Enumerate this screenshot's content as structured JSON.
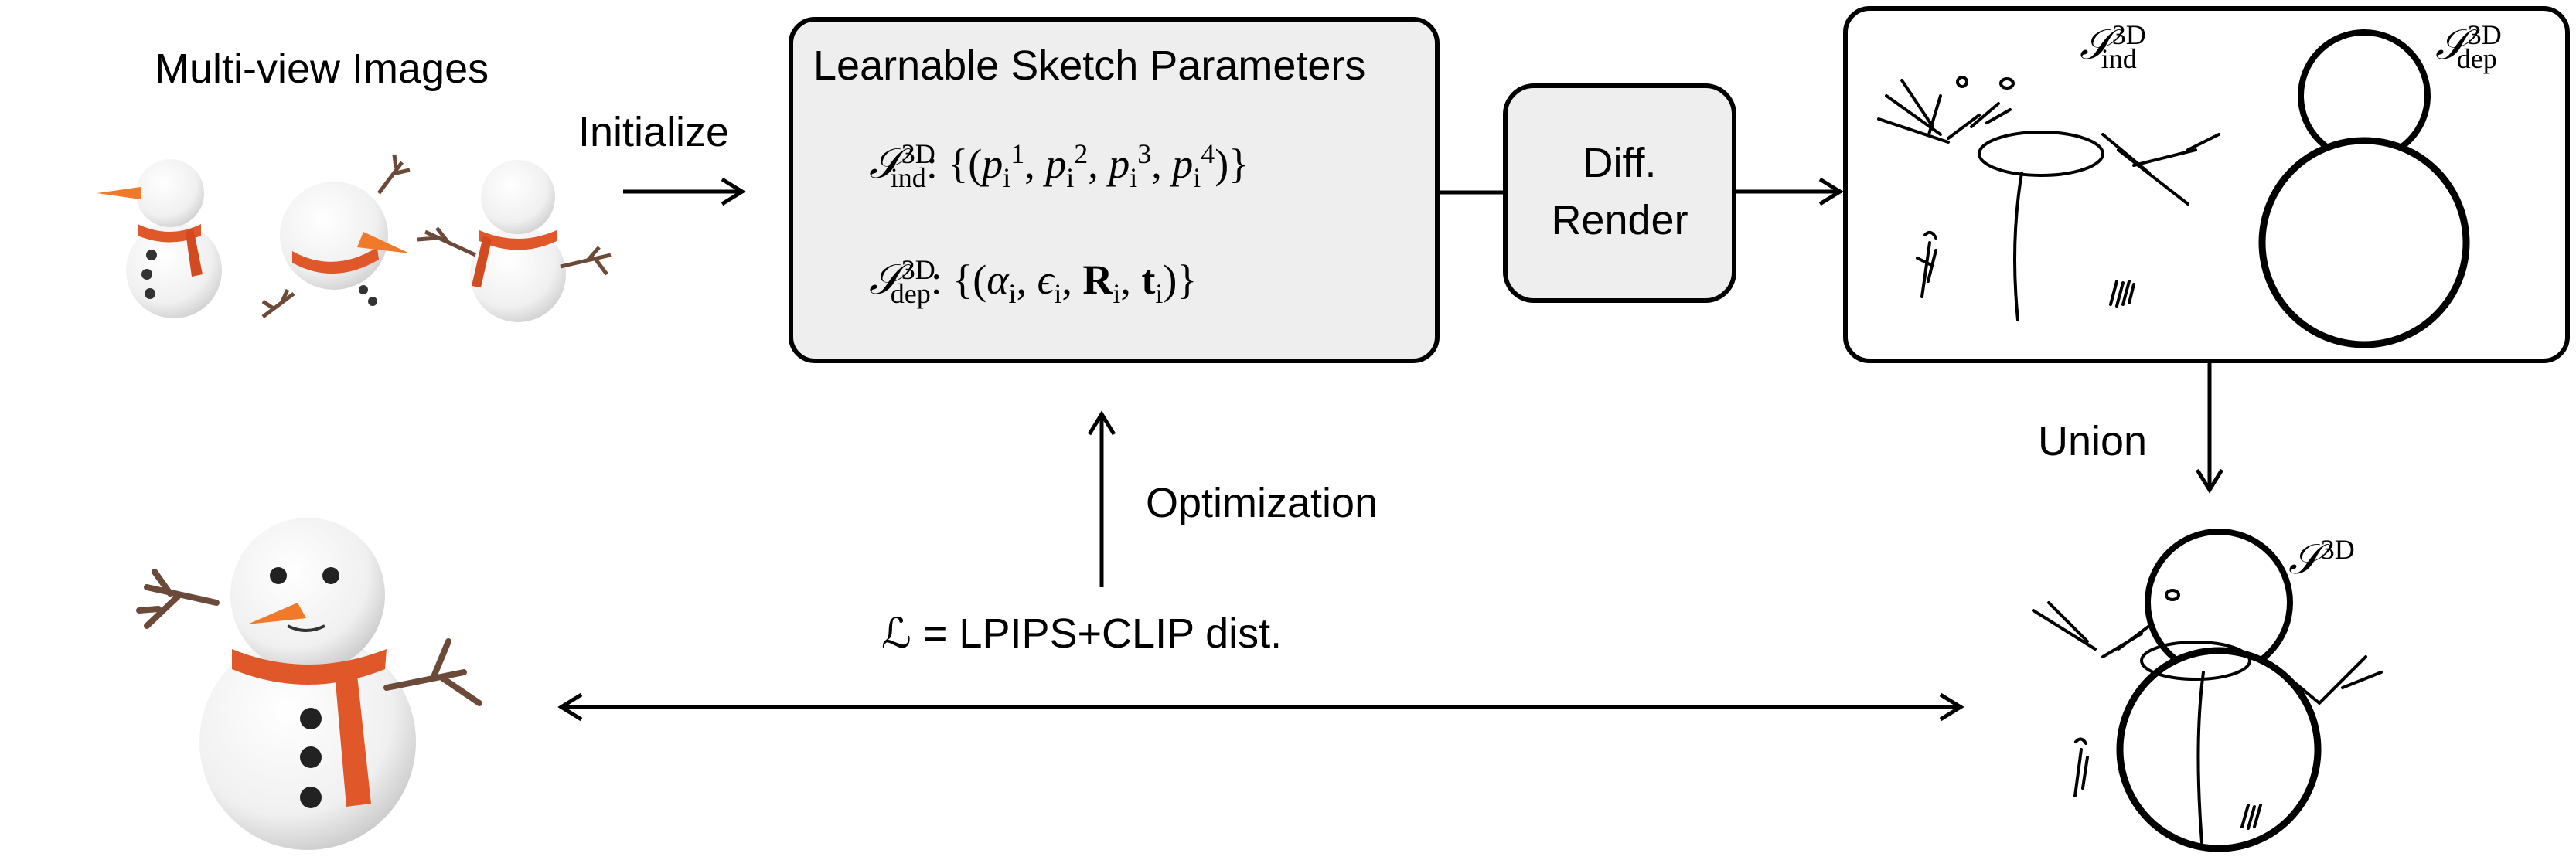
{
  "multiview": {
    "title": "Multi-view Images"
  },
  "initialize_label": "Initialize",
  "params": {
    "title": "Learnable Sketch Parameters",
    "ind_prefix": "S",
    "ind_sup": "3D",
    "ind_sub": "ind",
    "ind_body": ": {(p",
    "ind_eq_text": "{(p_i^1, p_i^2, p_i^3, p_i^4)}",
    "dep_sup": "3D",
    "dep_sub": "dep",
    "dep_eq_text": "{(α_i, ϵ_i, R_i, t_i)}"
  },
  "render": {
    "line1": "Diff.",
    "line2": "Render"
  },
  "sketch_labels": {
    "ind_sub": "ind",
    "dep_sub": "dep",
    "sup": "3D",
    "final_sup": "3D"
  },
  "union_label": "Union",
  "optimization_label": "Optimization",
  "loss": {
    "lhs": "ℒ = LPIPS+CLIP dist."
  },
  "colors": {
    "box_fill": "#eeeeee",
    "scarf": "#e0572a",
    "carrot": "#f07a2a",
    "snow": "#f6f6f6",
    "twig": "#6b4a3a"
  }
}
